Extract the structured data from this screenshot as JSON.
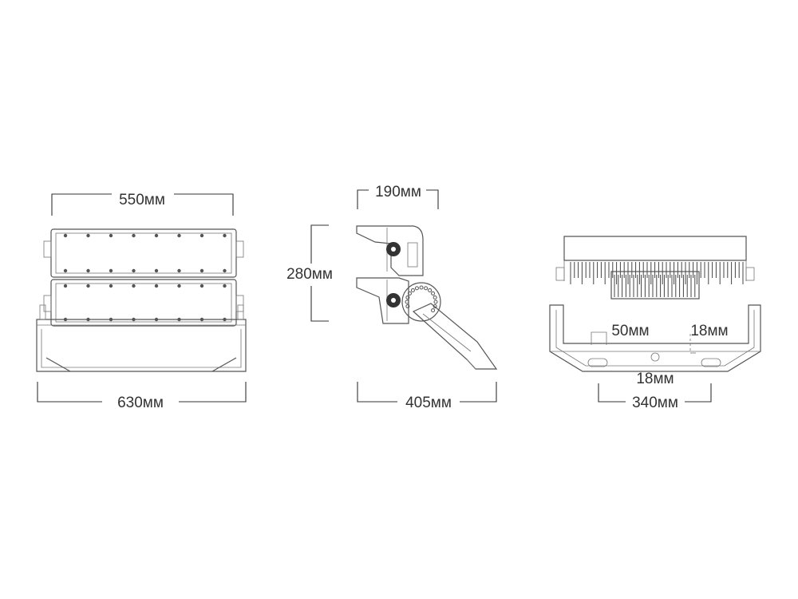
{
  "dimensions": {
    "front_width_top": "550мм",
    "front_width_bottom": "630мм",
    "side_depth_top": "190мм",
    "side_height": "280мм",
    "side_depth_bottom": "405мм",
    "back_slot_width": "50мм",
    "back_slot_height": "18мм",
    "back_hole": "18мм",
    "back_mount_span": "340мм"
  }
}
